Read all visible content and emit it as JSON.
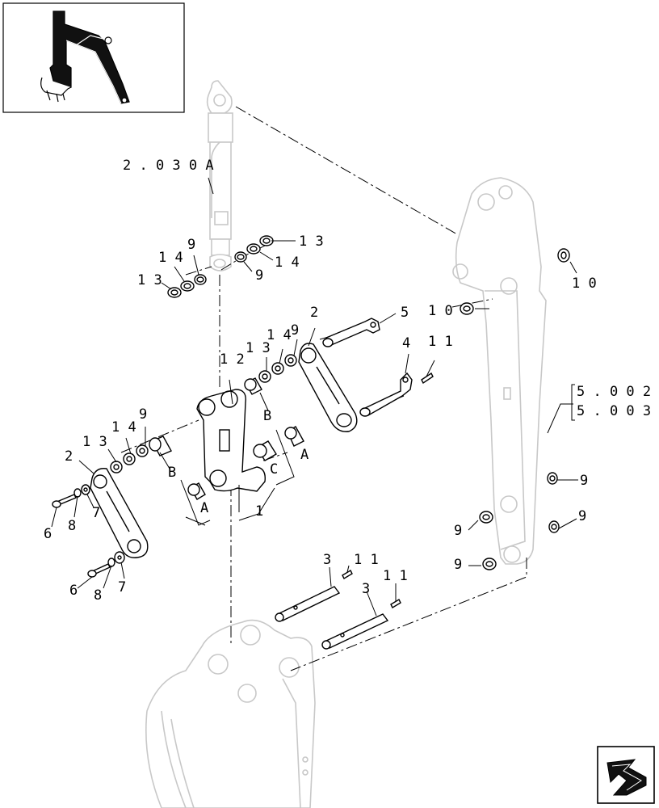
{
  "thumbnail": {
    "icon": "excavator-arm-thumbnail"
  },
  "nav": {
    "icon": "next-page-arrow-icon"
  },
  "refs": {
    "cyl": "2 . 0 3 0 A",
    "arm_a": "5 . 0 0 2",
    "arm_b": "5 . 0 0 3"
  },
  "callouts": {
    "c13a": "1 3",
    "c14a": "1 4",
    "c9a": "9",
    "c9b": "9",
    "c14b": "1 4",
    "c13b": "1 3",
    "c10a": "1 0",
    "c10b": "1 0",
    "c5": "5",
    "c2a": "2",
    "c9c": "9",
    "c14c": "1 4",
    "c13c": "1 3",
    "c12": "1 2",
    "c4": "4",
    "c11a": "1 1",
    "cB1": "B",
    "cC": "C",
    "cA1": "A",
    "c9d": "9",
    "c14d": "1 4",
    "c13d": "1 3",
    "c2b": "2",
    "cB2": "B",
    "cA2": "A",
    "c1": "1",
    "c7a": "7",
    "c8a": "8",
    "c6a": "6",
    "c7b": "7",
    "c8b": "8",
    "c6b": "6",
    "c9e": "9",
    "c9f": "9",
    "c9g": "9",
    "c9h": "9",
    "c3a": "3",
    "c11b": "1 1",
    "c3b": "3",
    "c11c": "1 1"
  }
}
